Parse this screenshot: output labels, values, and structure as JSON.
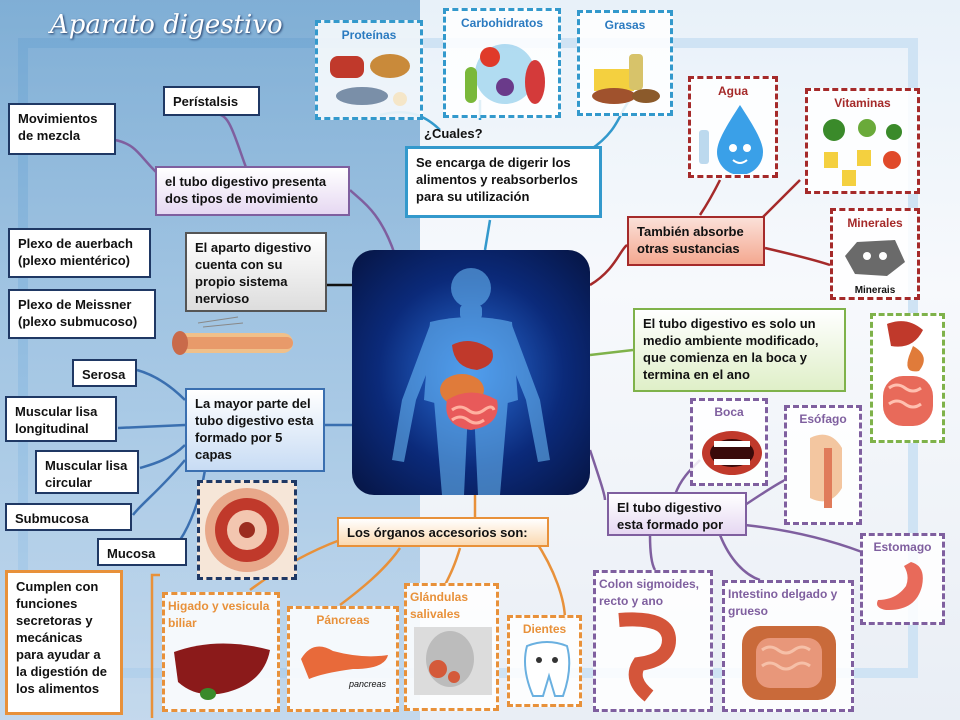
{
  "title": "Aparato digestivo",
  "center_note": "El aparto digestivo cuenta con su propio sistema nervioso",
  "movement": {
    "main": "el tubo digestivo presenta dos tipos de movimiento",
    "peristalsis": "Perístalsis",
    "mixing": "Movimientos de mezcla"
  },
  "nerves": {
    "auerbach": "Plexo de auerbach (plexo mientérico)",
    "meissner": "Plexo de Meissner (plexo submucoso)"
  },
  "layers": {
    "main": "La mayor parte del tubo digestivo esta formado por 5 capas",
    "items": [
      "Serosa",
      "Muscular lisa longitudinal",
      "Muscular lisa circular",
      "Submucosa",
      "Mucosa"
    ]
  },
  "function": {
    "main": "Se encarga de digerir los alimentos y reabsorberlos para su utilización",
    "question": "¿Cuales?",
    "nutrients": [
      "Proteínas",
      "Carbohidratos",
      "Grasas"
    ]
  },
  "absorbs": {
    "main": "También absorbe otras sustancias",
    "items": [
      "Agua",
      "Vitaminas",
      "Minerales"
    ],
    "minerals_caption": "Minerais"
  },
  "environment": "El tubo digestivo es solo un medio ambiente modificado, que comienza en la boca y termina en el ano",
  "structure": {
    "main": "El tubo digestivo esta formado por",
    "items": [
      "Boca",
      "Esófago",
      "Estomago",
      "Intestino delgado y grueso",
      "Colon sigmoides, recto y ano"
    ]
  },
  "accessory": {
    "main": "Los órganos accesorios son:",
    "items": [
      "Higado y vesicula biliar",
      "Páncreas",
      "Glándulas salivales",
      "Dientes"
    ],
    "pancreas_caption": "pancreas"
  },
  "functions_note": "Cumplen con funciones secretoras y mecánicas para ayudar a la digestión de los alimentos",
  "colors": {
    "navy": "#1f3864",
    "purple": "#7f5f9f",
    "blue": "#3399cc",
    "red": "#a52a2a",
    "green": "#7fb24a",
    "orange": "#e8913a"
  }
}
